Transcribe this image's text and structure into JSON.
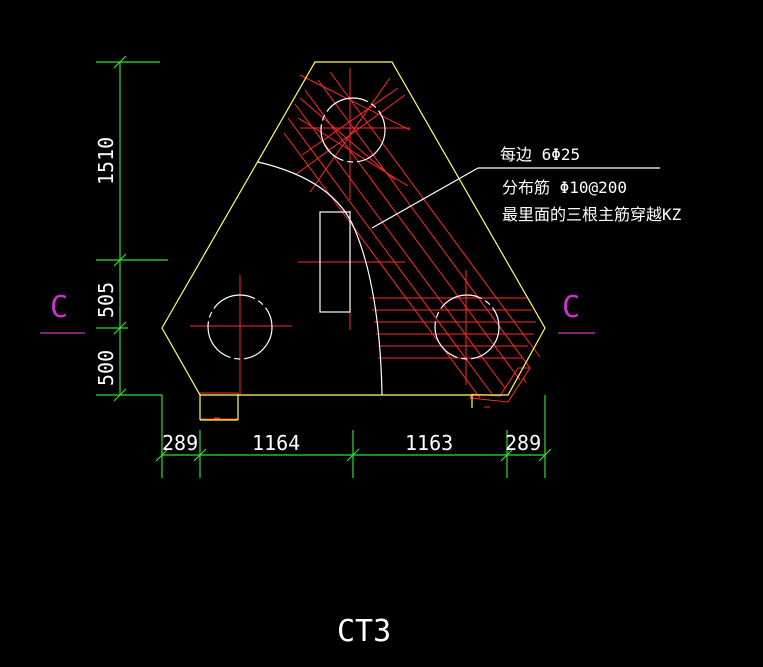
{
  "colors": {
    "background": "#000000",
    "outline": "#ffff66",
    "rebar": "#ff2a2a",
    "dimension": "#33dd33",
    "text": "#ffffff",
    "section": "#cc33cc"
  },
  "dimensions": {
    "vertical": [
      "1510",
      "505",
      "500"
    ],
    "horizontal": [
      "289",
      "1164",
      "1163",
      "289"
    ]
  },
  "annotations": {
    "line1": "每边 6Φ25",
    "line2": "分布筋   Φ10@200",
    "line3": "最里面的三根主筋穿越KZ"
  },
  "section_marks": {
    "left": "C",
    "right": "C"
  },
  "title": "CT3"
}
